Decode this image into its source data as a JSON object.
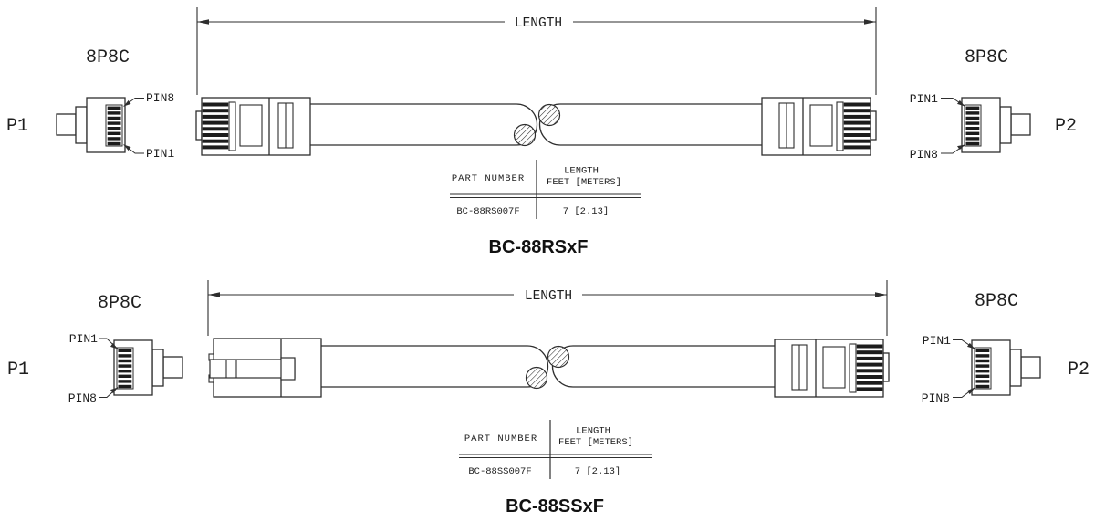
{
  "colors": {
    "line": "#2e2e2e",
    "text": "#1e1e1e"
  },
  "top": {
    "length_label": "LENGTH",
    "title": "BC-88RSxF",
    "left_end": {
      "type_label": "8P8C",
      "port": "P1",
      "pin_upper": "PIN8",
      "pin_lower": "PIN1"
    },
    "right_end": {
      "type_label": "8P8C",
      "port": "P2",
      "pin_upper": "PIN1",
      "pin_lower": "PIN8"
    },
    "table": {
      "part_header": "PART NUMBER",
      "length_header_1": "LENGTH",
      "length_header_2": "FEET [METERS]",
      "part_value": "BC-88RS007F",
      "length_value": "7 [2.13]"
    }
  },
  "bottom": {
    "length_label": "LENGTH",
    "title": "BC-88SSxF",
    "left_end": {
      "type_label": "8P8C",
      "port": "P1",
      "pin_upper": "PIN1",
      "pin_lower": "PIN8"
    },
    "right_end": {
      "type_label": "8P8C",
      "port": "P2",
      "pin_upper": "PIN1",
      "pin_lower": "PIN8"
    },
    "table": {
      "part_header": "PART NUMBER",
      "length_header_1": "LENGTH",
      "length_header_2": "FEET [METERS]",
      "part_value": "BC-88SS007F",
      "length_value": "7 [2.13]"
    }
  }
}
